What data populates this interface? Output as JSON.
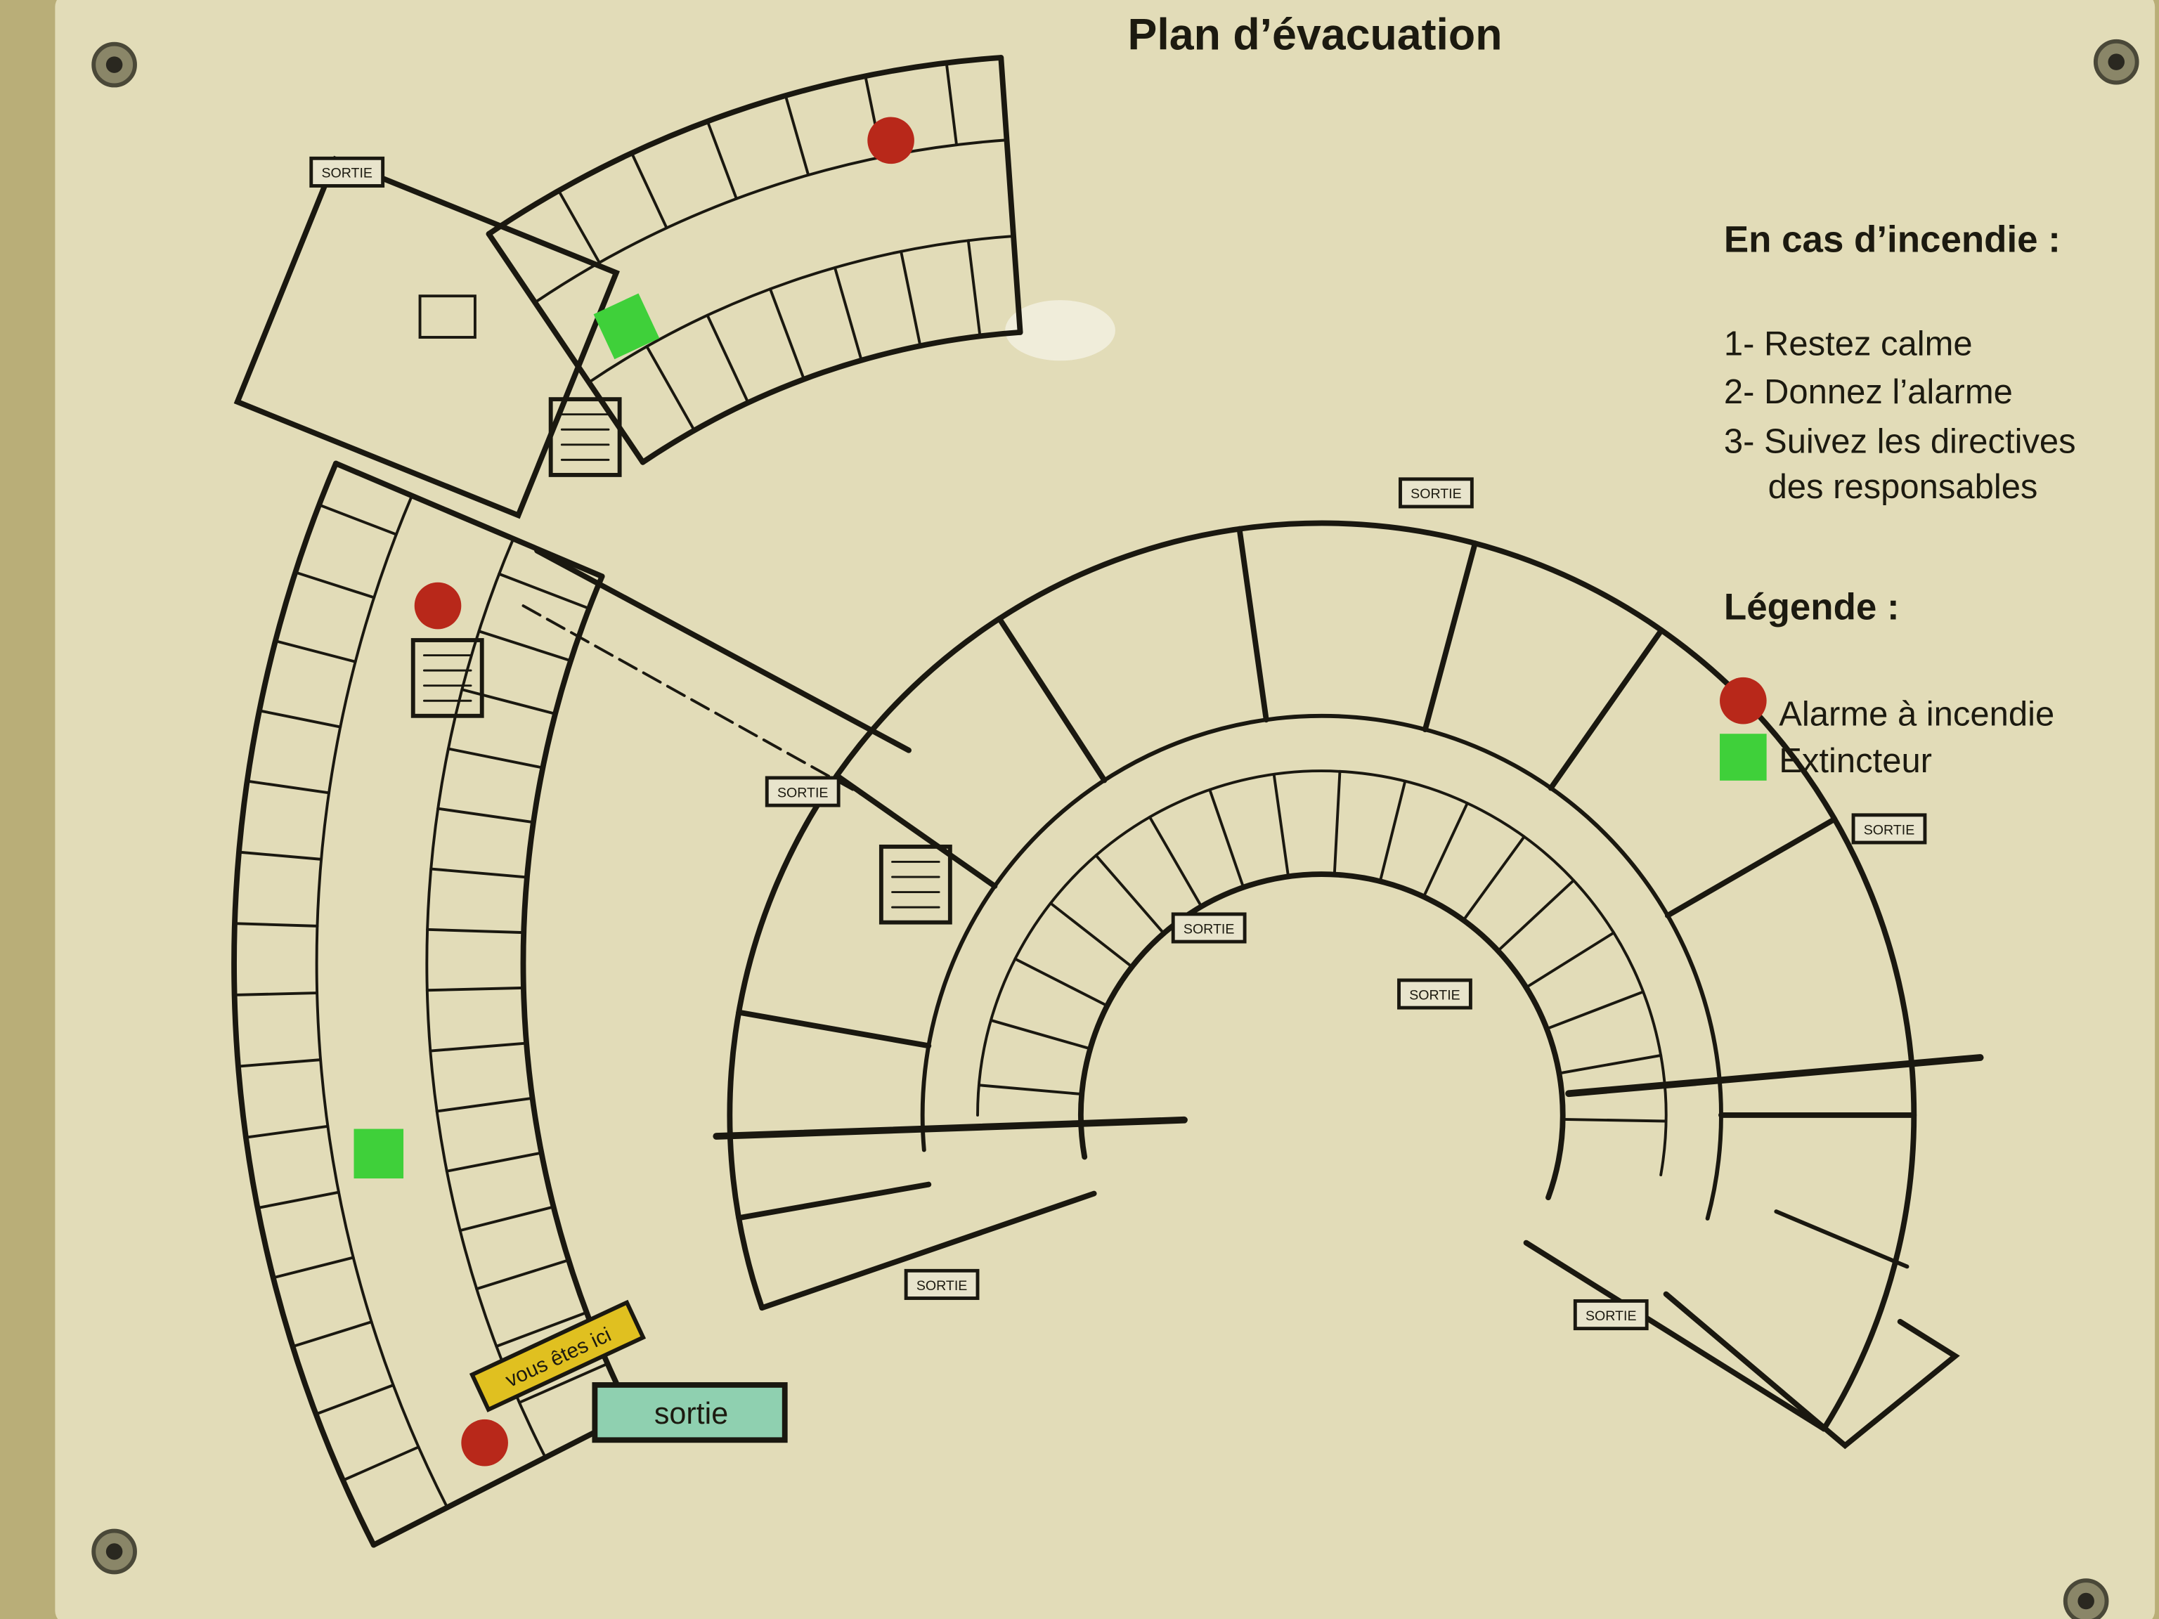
{
  "title": "Plan d’évacuation",
  "instructions": {
    "heading": "En cas d’incendie :",
    "steps": [
      "1- Restez calme",
      "2- Donnez l’alarme",
      "3- Suivez les directives",
      "des responsables"
    ]
  },
  "legend": {
    "heading": "Légende :",
    "items": [
      {
        "label": "Alarme à incendie",
        "color": "#b8281a"
      },
      {
        "label": "Extincteur",
        "color": "#3fd03a"
      }
    ]
  },
  "exit_label": "SORTIE",
  "you_are_here": "vous êtes ici",
  "exit_sign": "sortie",
  "colors": {
    "plate": "#e2dcb8",
    "wall": "#1a1810",
    "you_are_here": "#e0c020",
    "exit_sign": "#8fd0b0"
  }
}
